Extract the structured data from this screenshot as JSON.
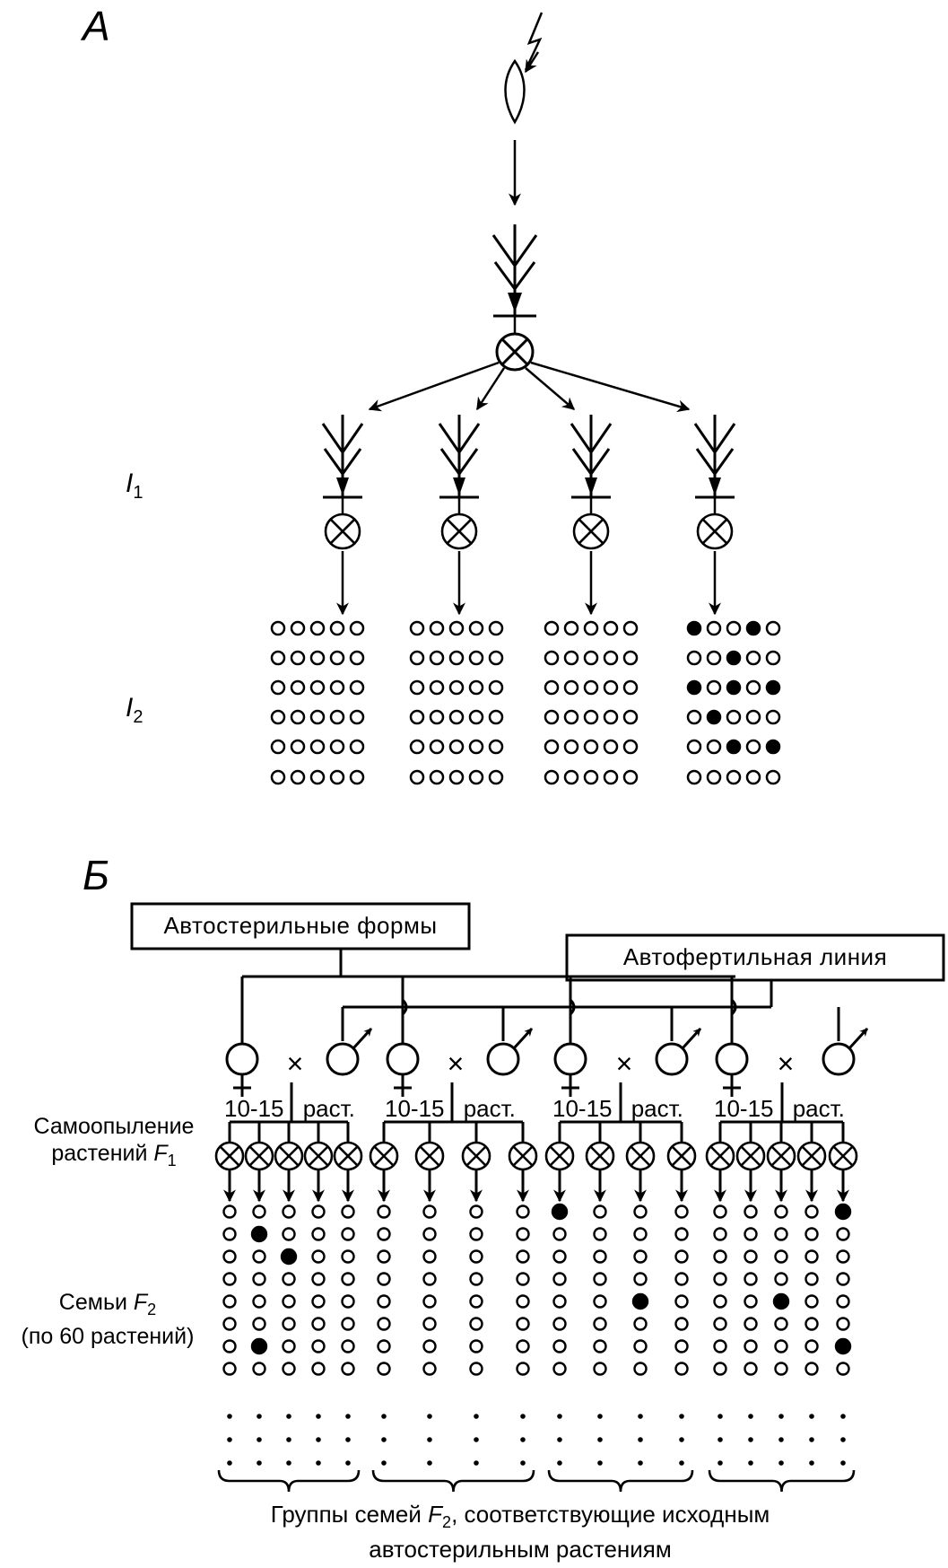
{
  "panel_a": {
    "label": "А",
    "generation_1_label": "I",
    "generation_1_sub": "1",
    "generation_2_label": "I",
    "generation_2_sub": "2",
    "progeny_rows": [
      "○○○○○  ○○○○○  ○○○○○  ●○○●○",
      "○○○○○  ○○○○○  ○○○○○  ○○●○○",
      "○○○○○  ○○○○○  ○○○○○  ●○●○●",
      "○○○○○  ○○○○○  ○○○○○  ○●○○○",
      "○○○○○  ○○○○○  ○○○○○  ○○●○●",
      "○○○○○  ○○○○○  ○○○○○  ○○○○○"
    ]
  },
  "panel_b": {
    "label": "Б",
    "box_autosterile": "Автостерильные формы",
    "box_autofertile": "Автофертильная линия",
    "cross_symbol": "×",
    "plants_count": "10-15",
    "plants_unit": "раст.",
    "selfing_label_line1": "Самоопыление",
    "selfing_label_line2": "растений",
    "selfing_label_gen": "F",
    "selfing_label_sub": "1",
    "families_label_line1": "Семьи",
    "families_label_gen": "F",
    "families_label_sub": "2",
    "families_label_line2": "(по 60 растений)",
    "caption_line1_start": "Группы семей",
    "caption_gen": "F",
    "caption_sub": "2",
    "caption_line1_end": ", соответствующие исходным",
    "caption_line2": "автостерильным растениям"
  }
}
